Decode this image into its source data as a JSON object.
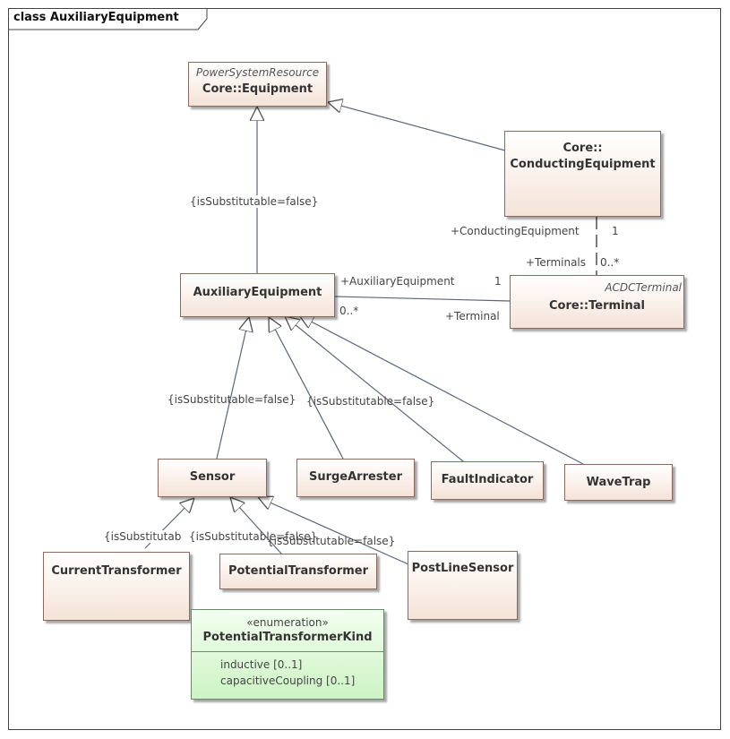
{
  "frame": {
    "title": "class AuxiliaryEquipment"
  },
  "classes": {
    "equipment": {
      "stereotype": "PowerSystemResource",
      "name": "Core::Equipment"
    },
    "conducting_equipment": {
      "name_line1": "Core::",
      "name_line2": "ConductingEquipment"
    },
    "auxiliary_equipment": {
      "name": "AuxiliaryEquipment"
    },
    "terminal": {
      "stereotype": "ACDCTerminal",
      "name": "Core::Terminal"
    },
    "sensor": {
      "name": "Sensor"
    },
    "surge_arrester": {
      "name": "SurgeArrester"
    },
    "fault_indicator": {
      "name": "FaultIndicator"
    },
    "wave_trap": {
      "name": "WaveTrap"
    },
    "current_transformer": {
      "name": "CurrentTransformer"
    },
    "potential_transformer": {
      "name": "PotentialTransformer"
    },
    "post_line_sensor": {
      "name": "PostLineSensor"
    }
  },
  "enumeration": {
    "stereotype": "«enumeration»",
    "name": "PotentialTransformerKind",
    "literals": [
      "inductive [0..1]",
      "capacitiveCoupling [0..1]"
    ]
  },
  "labels": {
    "aux_equip_constraint": "{isSubstitutable=false}",
    "conducting_equipment_role": "+ConductingEquipment",
    "conducting_equipment_mult": "1",
    "terminals_role": "+Terminals",
    "terminals_mult": "0..*",
    "auxiliary_equipment_role": "+AuxiliaryEquipment",
    "auxiliary_equipment_mult": "1",
    "aux_side_mult": "0..*",
    "terminal_role": "+Terminal",
    "sensor_constraint": "{isSubstitutable=false}",
    "surge_constraint": "{isSubstitutable=false}",
    "ct_constraint": "{isSubstitutab",
    "pt_constraint": "{isSubstitutable=false}",
    "pls_constraint": "{isSubstitutable=false}"
  }
}
